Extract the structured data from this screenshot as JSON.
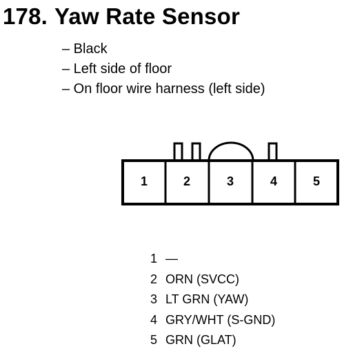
{
  "header": {
    "number": "178.",
    "title": "Yaw Rate Sensor"
  },
  "notes": [
    "– Black",
    "– Left side of floor",
    "– On floor wire harness (left side)"
  ],
  "connector": {
    "cavities": [
      "1",
      "2",
      "3",
      "4",
      "5"
    ]
  },
  "pins": [
    {
      "number": "1",
      "wire": "—"
    },
    {
      "number": "2",
      "wire": "ORN (SVCC)"
    },
    {
      "number": "3",
      "wire": "LT GRN (YAW)"
    },
    {
      "number": "4",
      "wire": "GRY/WHT (S-GND)"
    },
    {
      "number": "5",
      "wire": "GRN (GLAT)"
    }
  ]
}
